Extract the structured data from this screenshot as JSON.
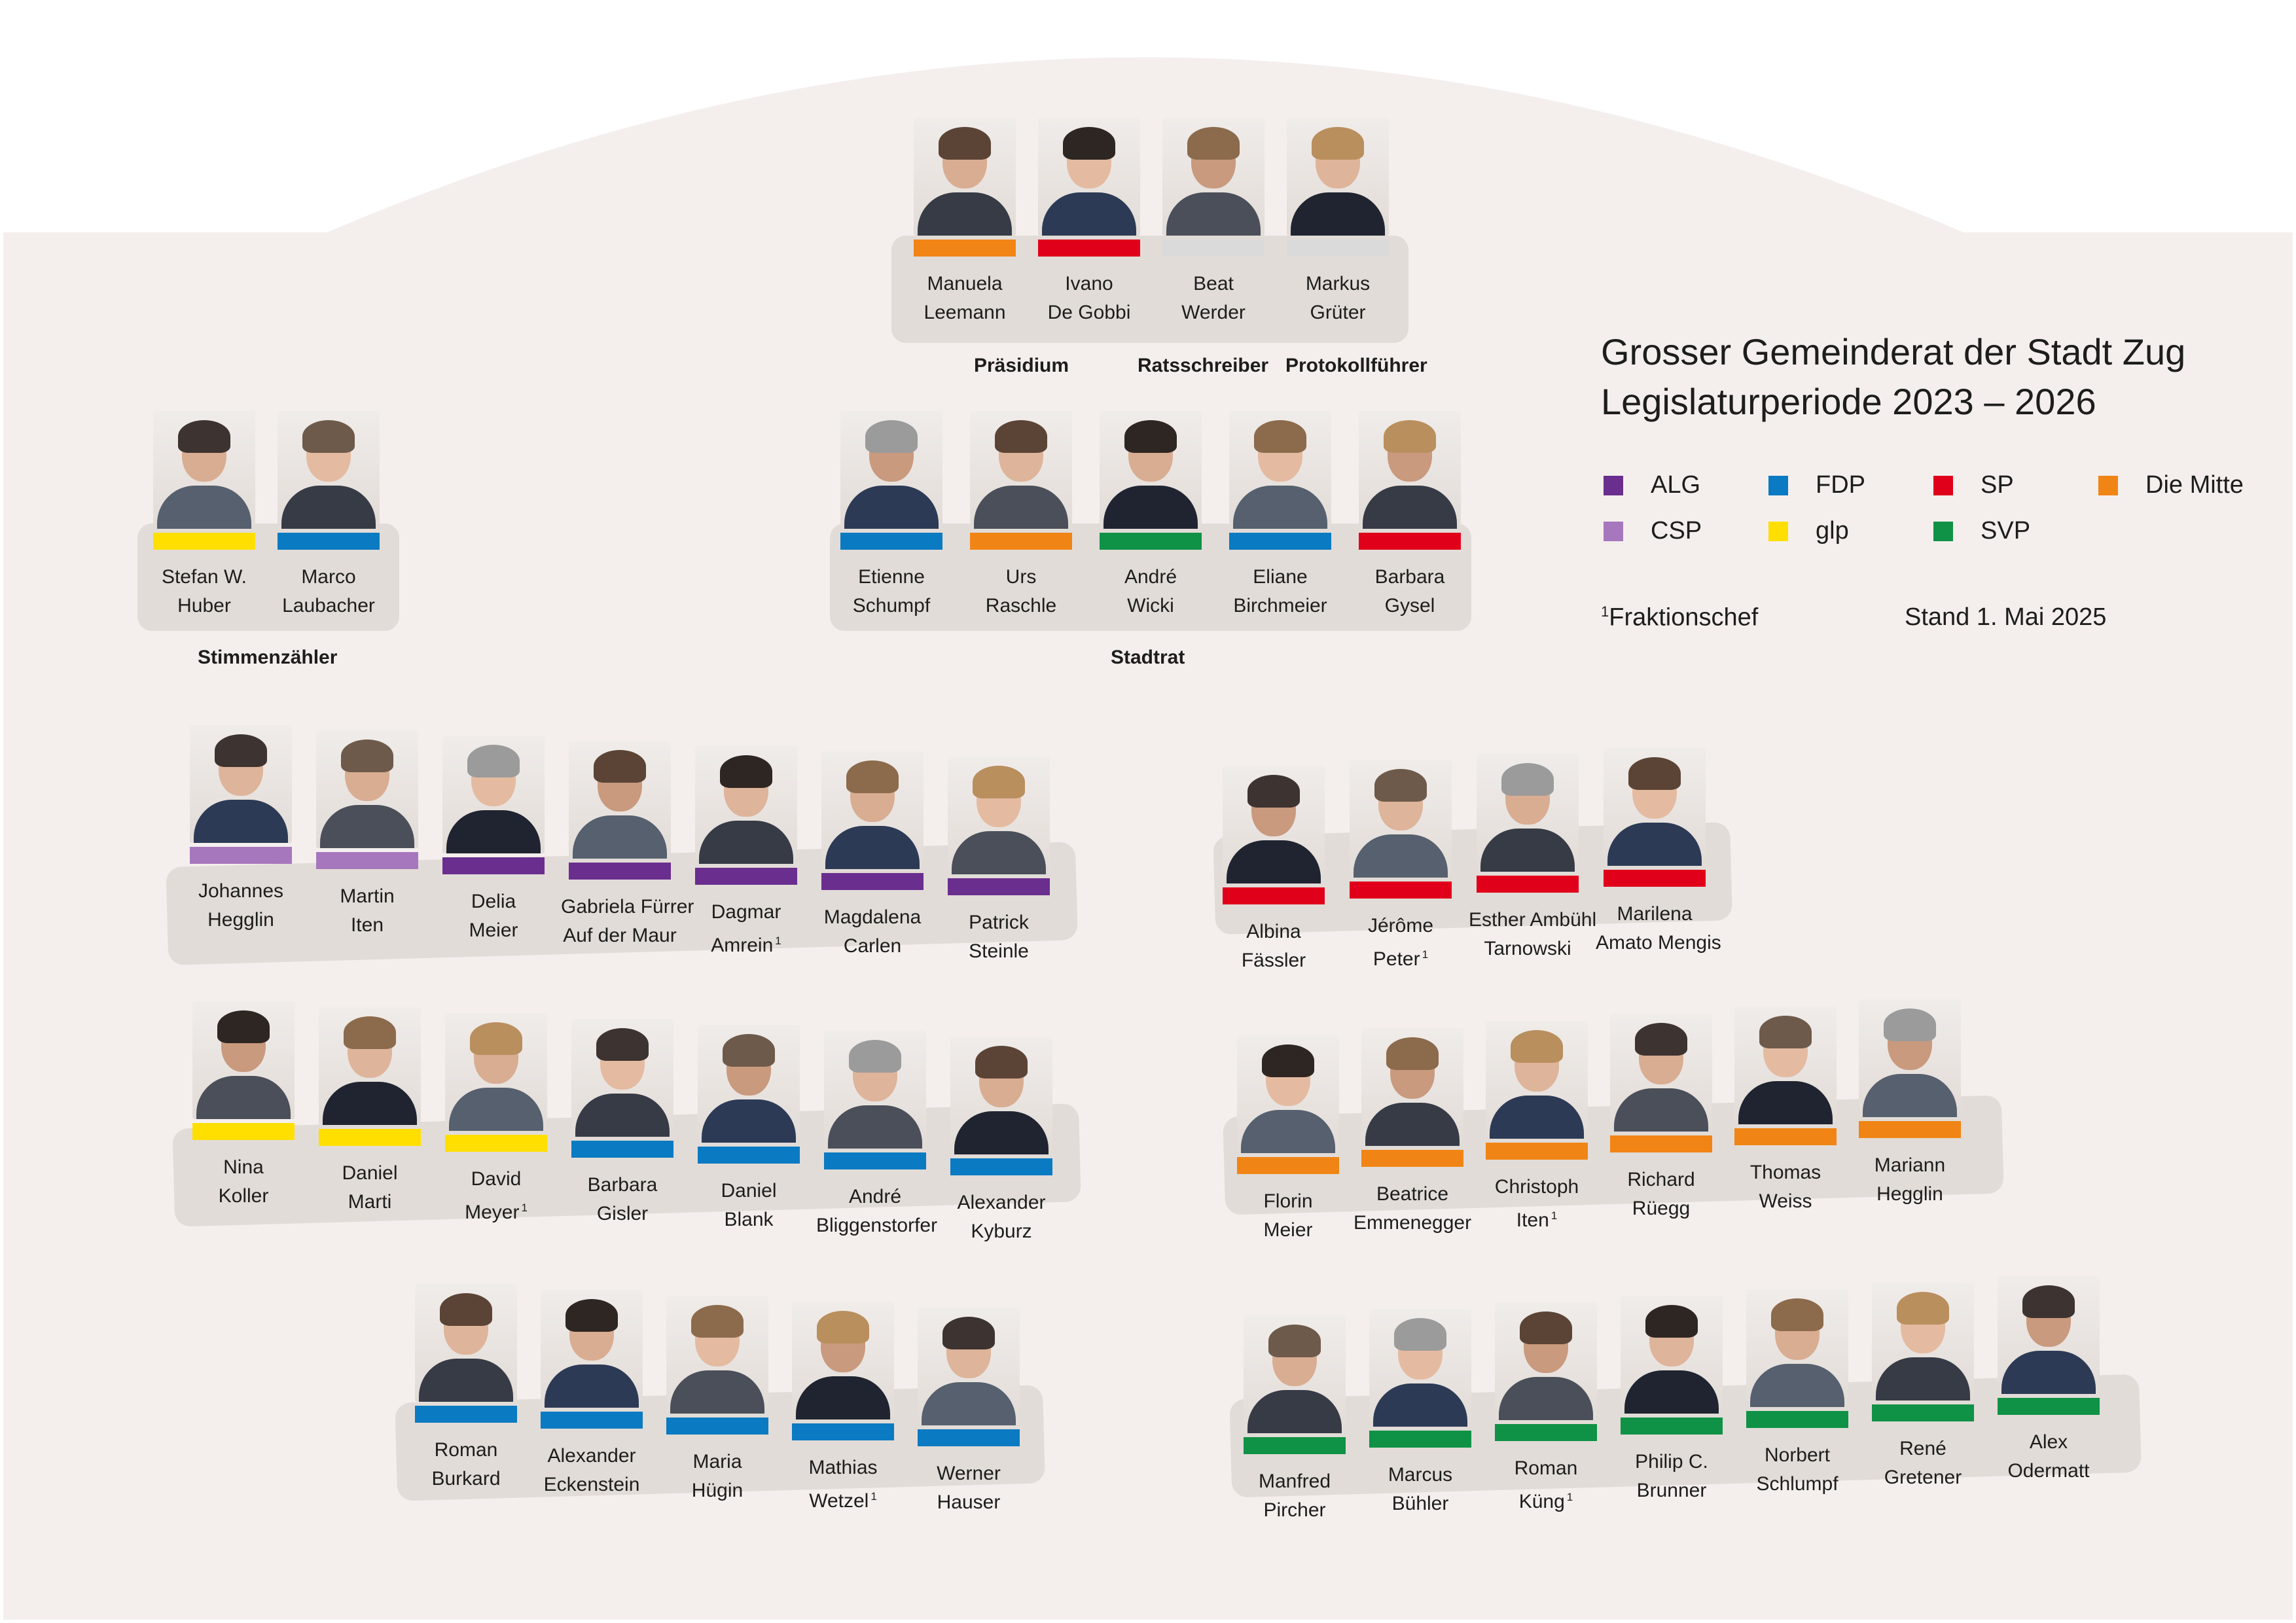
{
  "title": {
    "line1": "Grosser Gemeinderat der Stadt Zug",
    "line2": "Legislaturperiode 2023 – 2026"
  },
  "parties": {
    "ALG": "#6a2e8e",
    "CSP": "#a777bd",
    "FDP": "#0a7ac2",
    "glp": "#ffdf00",
    "SP": "#e1001a",
    "SVP": "#0f9246",
    "Die Mitte": "#f08515",
    "none": "#dadada"
  },
  "legend": [
    {
      "name": "ALG",
      "color": "#6a2e8e"
    },
    {
      "name": "FDP",
      "color": "#0a7ac2"
    },
    {
      "name": "SP",
      "color": "#e1001a"
    },
    {
      "name": "Die Mitte",
      "color": "#f08515"
    },
    {
      "name": "CSP",
      "color": "#a777bd"
    },
    {
      "name": "glp",
      "color": "#ffdf00"
    },
    {
      "name": "SVP",
      "color": "#0f9246"
    }
  ],
  "footnote": {
    "mark": "1",
    "text": "Fraktionschef"
  },
  "date": "Stand 1. Mai 2025",
  "labels": {
    "praesidium": "Präsidium",
    "ratsschreiber": "Ratsschreiber",
    "protokollfuehrer": "Protokollführer",
    "stimmenzaehler": "Stimmenzähler",
    "stadtrat": "Stadtrat"
  },
  "groups": [
    {
      "id": "praesidium",
      "members": [
        {
          "first": "Manuela",
          "last": "Leemann",
          "party": "Die Mitte",
          "chief": false
        },
        {
          "first": "Ivano",
          "last": "De Gobbi",
          "party": "SP",
          "chief": false
        },
        {
          "first": "Beat",
          "last": "Werder",
          "party": "none",
          "chief": false
        },
        {
          "first": "Markus",
          "last": "Grüter",
          "party": "none",
          "chief": false
        }
      ]
    },
    {
      "id": "stimmenzaehler",
      "members": [
        {
          "first": "Stefan W.",
          "last": "Huber",
          "party": "glp",
          "chief": false
        },
        {
          "first": "Marco",
          "last": "Laubacher",
          "party": "FDP",
          "chief": false
        }
      ]
    },
    {
      "id": "stadtrat",
      "members": [
        {
          "first": "Etienne",
          "last": "Schumpf",
          "party": "FDP",
          "chief": false
        },
        {
          "first": "Urs",
          "last": "Raschle",
          "party": "Die Mitte",
          "chief": false
        },
        {
          "first": "André",
          "last": "Wicki",
          "party": "SVP",
          "chief": false
        },
        {
          "first": "Eliane",
          "last": "Birchmeier",
          "party": "FDP",
          "chief": false
        },
        {
          "first": "Barbara",
          "last": "Gysel",
          "party": "SP",
          "chief": false
        }
      ]
    },
    {
      "id": "left-row-1",
      "members": [
        {
          "first": "Johannes",
          "last": "Hegglin",
          "party": "CSP",
          "chief": false
        },
        {
          "first": "Martin",
          "last": "Iten",
          "party": "CSP",
          "chief": false
        },
        {
          "first": "Delia",
          "last": "Meier",
          "party": "ALG",
          "chief": false
        },
        {
          "first": "Gabriela Fürrer",
          "last": "Auf der Maur",
          "party": "ALG",
          "chief": false
        },
        {
          "first": "Dagmar",
          "last": "Amrein",
          "party": "ALG",
          "chief": true
        },
        {
          "first": "Magdalena",
          "last": "Carlen",
          "party": "ALG",
          "chief": false
        },
        {
          "first": "Patrick",
          "last": "Steinle",
          "party": "ALG",
          "chief": false
        }
      ]
    },
    {
      "id": "right-row-1",
      "members": [
        {
          "first": "Albina",
          "last": "Fässler",
          "party": "SP",
          "chief": false
        },
        {
          "first": "Jérôme",
          "last": "Peter",
          "party": "SP",
          "chief": true
        },
        {
          "first": "Esther Ambühl",
          "last": "Tarnowski",
          "party": "SP",
          "chief": false
        },
        {
          "first": "Marilena",
          "last": "Amato Mengis",
          "party": "SP",
          "chief": false
        }
      ]
    },
    {
      "id": "left-row-2",
      "members": [
        {
          "first": "Nina",
          "last": "Koller",
          "party": "glp",
          "chief": false
        },
        {
          "first": "Daniel",
          "last": "Marti",
          "party": "glp",
          "chief": false
        },
        {
          "first": "David",
          "last": "Meyer",
          "party": "glp",
          "chief": true
        },
        {
          "first": "Barbara",
          "last": "Gisler",
          "party": "FDP",
          "chief": false
        },
        {
          "first": "Daniel",
          "last": "Blank",
          "party": "FDP",
          "chief": false
        },
        {
          "first": "André",
          "last": "Bliggenstorfer",
          "party": "FDP",
          "chief": false
        },
        {
          "first": "Alexander",
          "last": "Kyburz",
          "party": "FDP",
          "chief": false
        }
      ]
    },
    {
      "id": "right-row-2",
      "members": [
        {
          "first": "Florin",
          "last": "Meier",
          "party": "Die Mitte",
          "chief": false
        },
        {
          "first": "Beatrice",
          "last": "Emmenegger",
          "party": "Die Mitte",
          "chief": false
        },
        {
          "first": "Christoph",
          "last": "Iten",
          "party": "Die Mitte",
          "chief": true
        },
        {
          "first": "Richard",
          "last": "Rüegg",
          "party": "Die Mitte",
          "chief": false
        },
        {
          "first": "Thomas",
          "last": "Weiss",
          "party": "Die Mitte",
          "chief": false
        },
        {
          "first": "Mariann",
          "last": "Hegglin",
          "party": "Die Mitte",
          "chief": false
        }
      ]
    },
    {
      "id": "left-row-3",
      "members": [
        {
          "first": "Roman",
          "last": "Burkard",
          "party": "FDP",
          "chief": false
        },
        {
          "first": "Alexander",
          "last": "Eckenstein",
          "party": "FDP",
          "chief": false
        },
        {
          "first": "Maria",
          "last": "Hügin",
          "party": "FDP",
          "chief": false
        },
        {
          "first": "Mathias",
          "last": "Wetzel",
          "party": "FDP",
          "chief": true
        },
        {
          "first": "Werner",
          "last": "Hauser",
          "party": "FDP",
          "chief": false
        }
      ]
    },
    {
      "id": "right-row-3",
      "members": [
        {
          "first": "Manfred",
          "last": "Pircher",
          "party": "SVP",
          "chief": false
        },
        {
          "first": "Marcus",
          "last": "Bühler",
          "party": "SVP",
          "chief": false
        },
        {
          "first": "Roman",
          "last": "Küng",
          "party": "SVP",
          "chief": true
        },
        {
          "first": "Philip C.",
          "last": "Brunner",
          "party": "SVP",
          "chief": false
        },
        {
          "first": "Norbert",
          "last": "Schlumpf",
          "party": "SVP",
          "chief": false
        },
        {
          "first": "René",
          "last": "Gretener",
          "party": "SVP",
          "chief": false
        },
        {
          "first": "Alex",
          "last": "Odermatt",
          "party": "SVP",
          "chief": false
        }
      ]
    }
  ]
}
